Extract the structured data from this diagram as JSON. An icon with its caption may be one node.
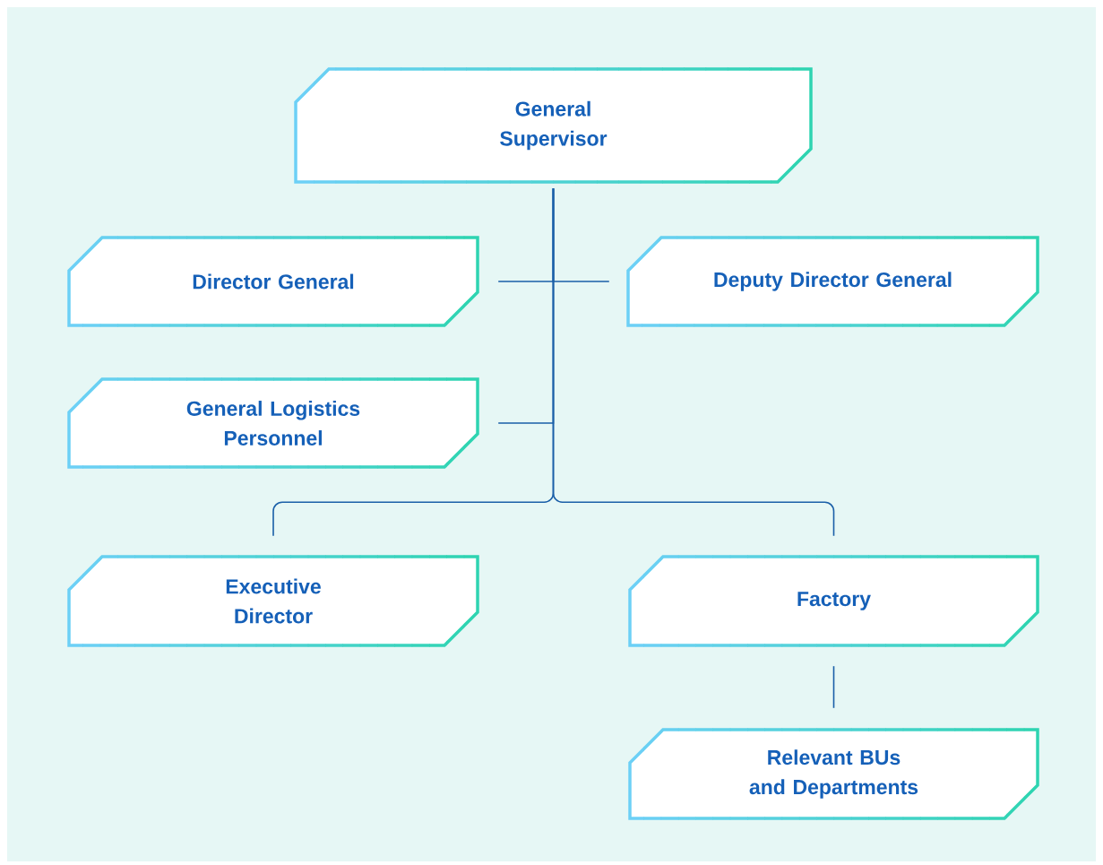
{
  "diagram": {
    "nodes": [
      {
        "text": [
          "General Supervisor"
        ]
      },
      {
        "text": [
          "Director General"
        ]
      },
      {
        "text": [
          "Deputy Director General"
        ]
      },
      {
        "text": [
          "General Logistics Personnel"
        ]
      },
      {
        "text": [
          "Executive Director"
        ]
      },
      {
        "text": [
          "Factory"
        ]
      },
      {
        "text": [
          "Relevant BUs and Departments"
        ]
      }
    ],
    "edges": [
      {
        "from": 0,
        "to": 1,
        "arrow": "none"
      },
      {
        "from": 0,
        "to": 2,
        "arrow": "none"
      },
      {
        "from": 0,
        "to": 3,
        "arrow": "none"
      },
      {
        "from": 0,
        "to": 4,
        "arrow": "none"
      },
      {
        "from": 0,
        "to": 5,
        "arrow": "none"
      },
      {
        "from": 5,
        "to": 6,
        "arrow": "none"
      }
    ]
  }
}
